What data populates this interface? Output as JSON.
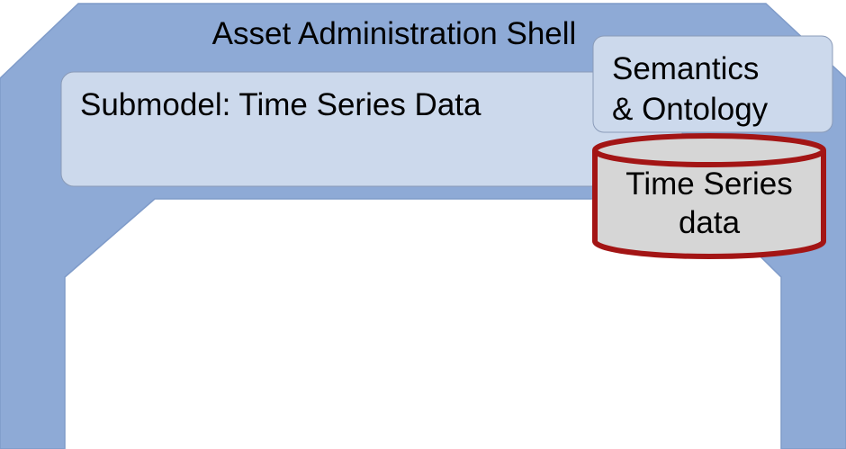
{
  "shell": {
    "title": "Asset Administration Shell",
    "color": "#8eaad6"
  },
  "submodel": {
    "title": "Submodel: Time Series Data",
    "color": "#ccd9ec"
  },
  "semantics": {
    "line1": "Semantics",
    "line2": "& Ontology",
    "color": "#ccd9ec"
  },
  "database": {
    "line1": "Time Series",
    "line2": "data",
    "fill": "#d6d6d6",
    "stroke": "#a31515"
  }
}
